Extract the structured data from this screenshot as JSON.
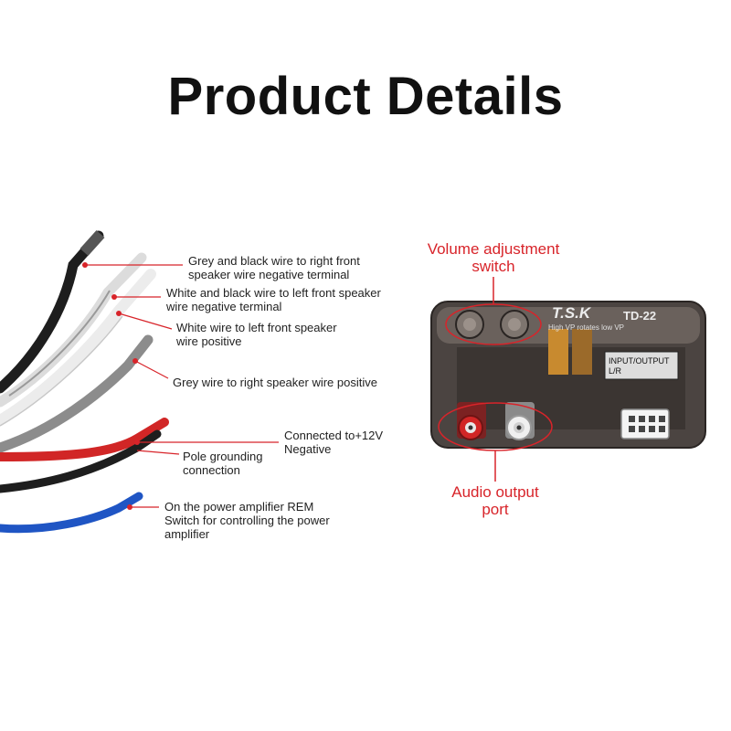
{
  "title": "Product Details",
  "wire_labels": [
    {
      "name": "label-grey-black-wire",
      "lines": [
        "Grey and black wire to right front",
        "speaker wire negative terminal"
      ]
    },
    {
      "name": "label-white-black-wire",
      "lines": [
        "White and black wire to left front speaker",
        "wire negative terminal"
      ]
    },
    {
      "name": "label-white-wire",
      "lines": [
        "White wire to left front speaker",
        "wire positive"
      ]
    },
    {
      "name": "label-grey-wire",
      "lines": [
        "Grey wire to right speaker wire positive"
      ]
    },
    {
      "name": "label-12v",
      "lines": [
        "Connected to+12V",
        "Negative"
      ]
    },
    {
      "name": "label-pole-grounding",
      "lines": [
        "Pole grounding",
        "connection"
      ]
    },
    {
      "name": "label-rem",
      "lines": [
        "On the power amplifier REM",
        "Switch for controlling the power",
        "amplifier"
      ]
    }
  ],
  "device_labels": {
    "volume": [
      "Volume adjustment",
      "switch"
    ],
    "audio": [
      "Audio output",
      "port"
    ]
  },
  "device": {
    "brand": "T.S.K",
    "model": "TD-22",
    "subtitle": "High VP rotates low VP",
    "io_label_1": "INPUT/OUTPUT",
    "io_label_2": "L/R"
  },
  "colors": {
    "accent_red": "#d8242a",
    "wire_black": "#1e1e1e",
    "wire_grey": "#8c8c8c",
    "wire_white": "#e6e6e6",
    "wire_red": "#d12626",
    "wire_blue": "#1f55c4"
  }
}
